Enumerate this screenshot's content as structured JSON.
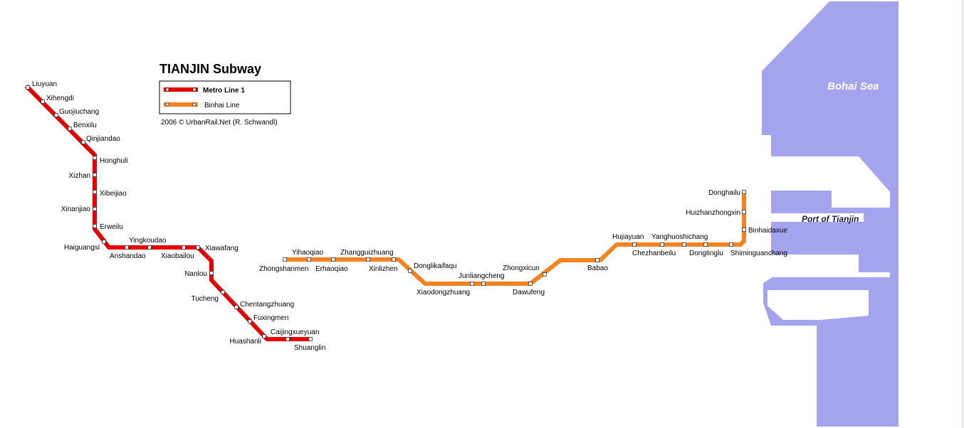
{
  "map": {
    "title": "TIANJIN Subway",
    "credit": "2006 © UrbanRail.Net (R. Schwandl)",
    "water_labels": {
      "sea": "Bohai Sea",
      "port": "Port of Tianjin"
    },
    "colors": {
      "metro_line_1": "#e60000",
      "binhai_line": "#f58220",
      "water": "#a4a4ee",
      "station_fill": "#ffffff"
    }
  },
  "legend": {
    "items": [
      {
        "label": "Metro Line 1",
        "color": "#e60000"
      },
      {
        "label": "Binhai Line",
        "color": "#f58220"
      }
    ]
  },
  "lines": [
    {
      "name": "Metro Line 1",
      "color": "#e60000",
      "stations": [
        "Liuyuan",
        "Xihengdi",
        "Guojiuchang",
        "Benxilu",
        "Qinjiandao",
        "Honghuli",
        "Xizhan",
        "Xibeijiao",
        "Xinanjiao",
        "Erweilu",
        "Haiguangsi",
        "Anshandao",
        "Yingkoudao",
        "Xiaobailou",
        "Xiawafang",
        "Nanlou",
        "Tucheng",
        "Chentangzhuang",
        "Fuxingmen",
        "Huashanli",
        "Caijingxueyuan",
        "Shuanglin"
      ]
    },
    {
      "name": "Binhai Line",
      "color": "#f58220",
      "stations": [
        "Zhongshanmen",
        "Yihaoqiao",
        "Erhaoqiao",
        "Zhangguizhuang",
        "Xinlizhen",
        "Donglikaifaqu",
        "Xiaodongzhuang",
        "Junliangcheng",
        "Dawufeng",
        "Zhongxicun",
        "Babao",
        "Hujiayuan",
        "Chezhanbeilu",
        "Yanghuoshichang",
        "Dongtinglu",
        "Shiminguanchang",
        "Binhaidaxue",
        "Huizhanzhongxin",
        "Donghailu"
      ]
    }
  ]
}
